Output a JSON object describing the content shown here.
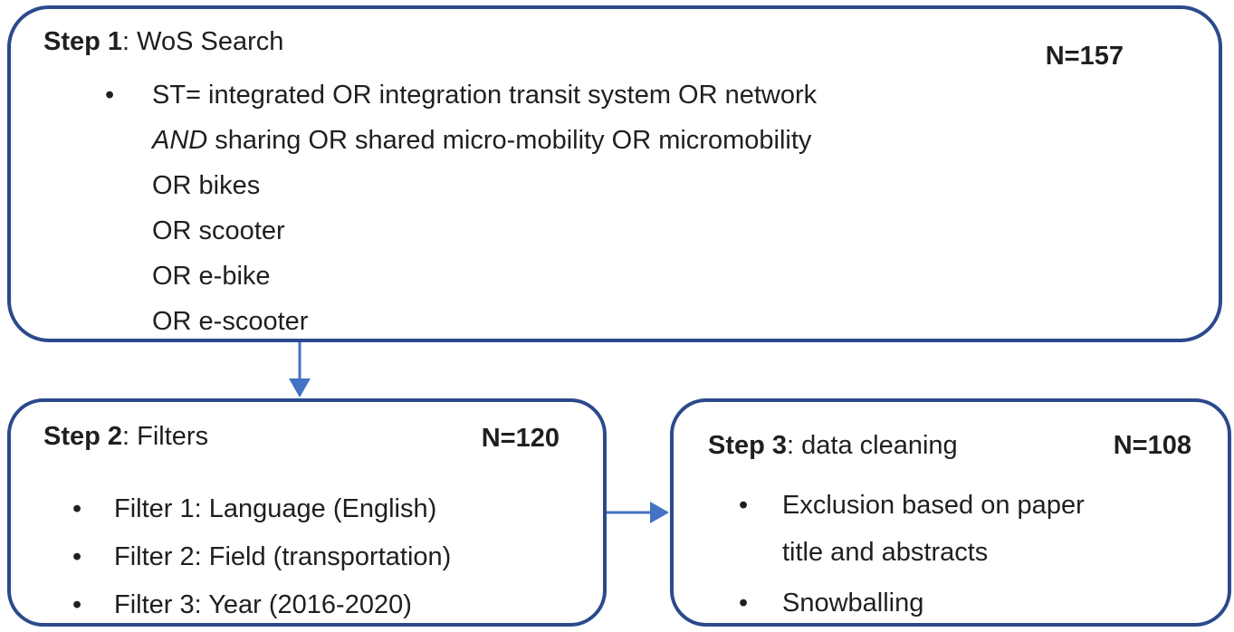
{
  "step1": {
    "title_bold": "Step 1",
    "title_rest": ": WoS Search",
    "count": "N=157",
    "query_line1": "ST= integrated OR integration transit system OR network",
    "query_line2_italic": "AND",
    "query_line2_rest": " sharing OR shared micro-mobility OR micromobility",
    "query_line3": "OR bikes",
    "query_line4": "OR scooter",
    "query_line5": "OR e-bike",
    "query_line6": "OR e-scooter"
  },
  "step2": {
    "title_bold": "Step 2",
    "title_rest": ": Filters",
    "count": "N=120",
    "bullets": [
      "Filter 1: Language (English)",
      "Filter 2: Field (transportation)",
      "Filter 3: Year (2016-2020)"
    ]
  },
  "step3": {
    "title_bold": "Step 3",
    "title_rest": ": data cleaning",
    "count": "N=108",
    "bullet1_line1": "Exclusion based on paper",
    "bullet1_line2": "title and abstracts",
    "bullet2": "Snowballing"
  },
  "colors": {
    "box_border": "#2b4a8c",
    "arrow": "#4472c4",
    "text": "#1f1f1f",
    "background": "#ffffff"
  }
}
